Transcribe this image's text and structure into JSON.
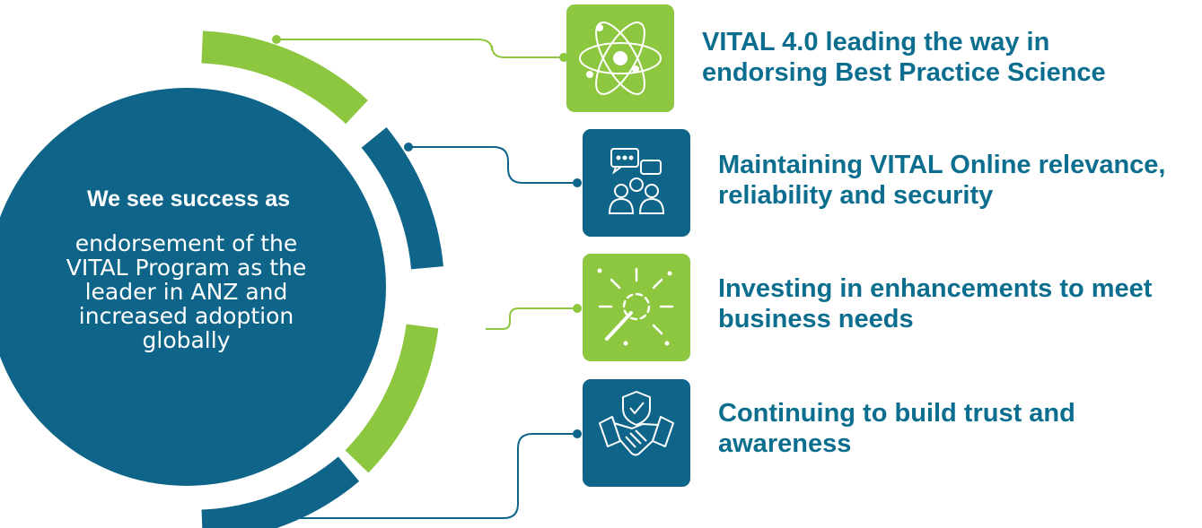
{
  "colors": {
    "green": "#8dc63f",
    "blue": "#0f6589",
    "label_text": "#0c6e8f",
    "white": "#ffffff"
  },
  "center": {
    "heading": "We see success as",
    "body_lines": [
      "endorsement of the",
      "VITAL Program as the",
      "leader in ANZ and",
      "increased adoption",
      "globally"
    ]
  },
  "items": [
    {
      "icon": "atom-icon",
      "color": "green",
      "lines": [
        "VITAL 4.0 leading the way in",
        "endorsing Best Practice Science"
      ]
    },
    {
      "icon": "people-chat-icon",
      "color": "blue",
      "lines": [
        "Maintaining VITAL Online relevance,",
        "reliability and security"
      ]
    },
    {
      "icon": "magic-wand-icon",
      "color": "green",
      "lines": [
        "Investing in enhancements to meet",
        "business needs"
      ]
    },
    {
      "icon": "handshake-shield-icon",
      "color": "blue",
      "lines": [
        "Continuing to build trust and",
        "awareness"
      ]
    }
  ]
}
